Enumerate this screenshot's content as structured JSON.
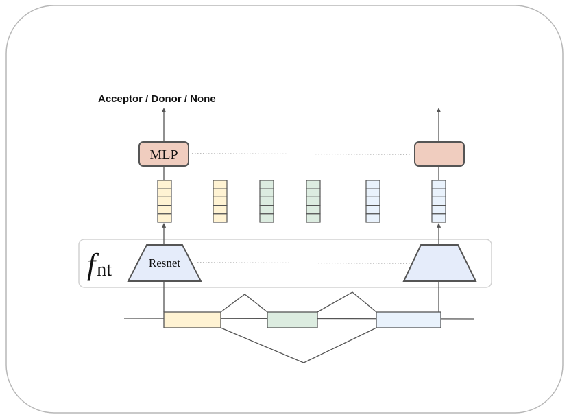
{
  "output_label": "Acceptor / Donor / None",
  "mlp_label": "MLP",
  "encoder_label": "Resnet",
  "encoder_function": {
    "symbol": "f",
    "subscript": "nt"
  },
  "colors": {
    "frame_border": "#b7b7b7",
    "mlp_fill": "#f0cdbf",
    "encoder_fill": "#e5ecfa",
    "exon_yellow": "#fff3d3",
    "exon_green": "#dcece0",
    "exon_blue": "#e9f2fc",
    "line": "#555555"
  }
}
